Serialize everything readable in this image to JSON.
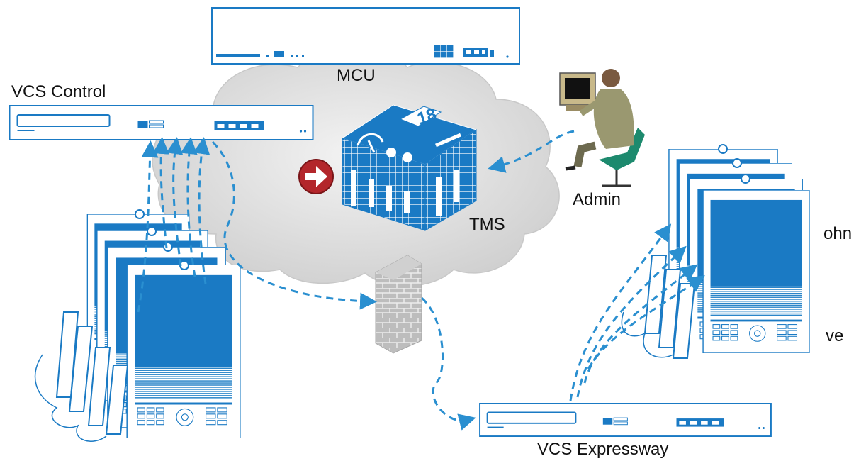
{
  "labels": {
    "mcu": "MCU",
    "vcs_control": "VCS Control",
    "tms": "TMS",
    "admin": "Admin",
    "vcs_expressway": "VCS Expressway",
    "john_partial": "ohn",
    "dave_partial": "ve"
  },
  "tms_calendar_day": "18",
  "colors": {
    "accent_blue": "#1a7ac4",
    "dark_blue": "#0d5a9e",
    "dashed_link": "#2a8fd0",
    "cloud": "#dedede",
    "firewall": "#b8b8b8",
    "arrow_red": "#b3262b"
  }
}
